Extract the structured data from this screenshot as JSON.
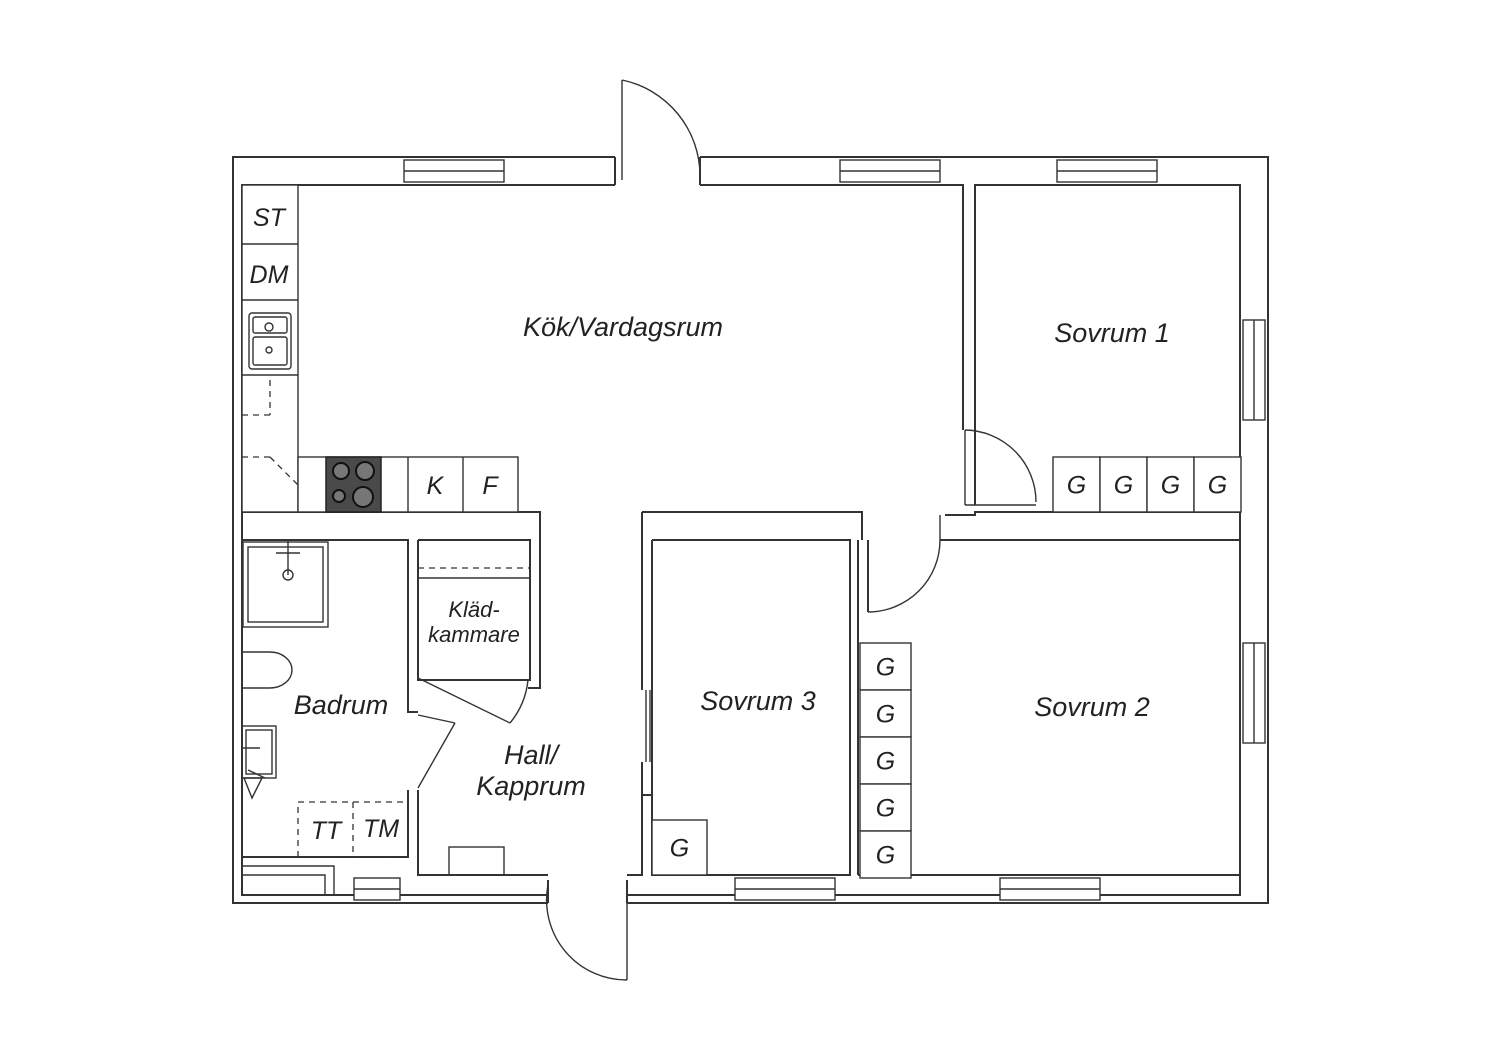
{
  "plan": {
    "rooms": [
      {
        "id": "kok",
        "label": "Kök/Vardagsrum"
      },
      {
        "id": "sovrum1",
        "label": "Sovrum 1"
      },
      {
        "id": "sovrum2",
        "label": "Sovrum 2"
      },
      {
        "id": "sovrum3",
        "label": "Sovrum 3"
      },
      {
        "id": "badrum",
        "label": "Badrum"
      },
      {
        "id": "hall",
        "label_line1": "Hall/",
        "label_line2": "Kapprum"
      },
      {
        "id": "kladkammare",
        "label_line1": "Kläd-",
        "label_line2": "kammare"
      }
    ],
    "appliances": {
      "st": "ST",
      "dm": "DM",
      "k": "K",
      "f": "F",
      "tt": "TT",
      "tm": "TM"
    },
    "wardrobe_code": "G",
    "wardrobes": {
      "sovrum1_count": 4,
      "sovrum2_count": 5,
      "sovrum3_count": 1
    },
    "colors": {
      "line": "#333333",
      "stove": "#4a4a4a"
    }
  }
}
